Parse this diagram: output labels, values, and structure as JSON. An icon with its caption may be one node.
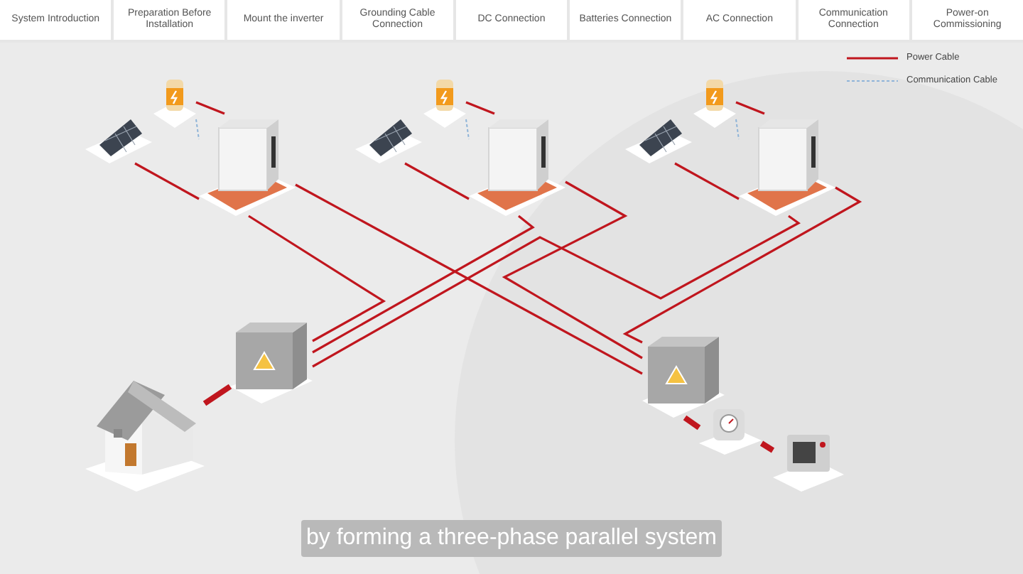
{
  "diagram": {
    "caption": "by forming a three-phase parallel system",
    "nodes": [
      {
        "text": [],
        "shape": "picture"
      },
      {
        "text": [],
        "shape": "picture"
      },
      {
        "text": [],
        "shape": "picture"
      },
      {
        "text": [],
        "shape": "picture"
      },
      {
        "text": [],
        "shape": "picture"
      },
      {
        "text": [],
        "shape": "picture"
      },
      {
        "text": [],
        "shape": "picture"
      },
      {
        "text": [],
        "shape": "picture"
      },
      {
        "text": [],
        "shape": "picture"
      },
      {
        "text": [],
        "shape": "picture"
      },
      {
        "text": [],
        "shape": "picture"
      },
      {
        "text": [],
        "shape": "picture"
      },
      {
        "text": [],
        "shape": "picture"
      },
      {
        "text": [],
        "shape": "picture"
      }
    ],
    "edges": [
      {
        "from": 3,
        "to": 4,
        "arrow": "none"
      },
      {
        "from": 0,
        "to": 4,
        "arrow": "none"
      },
      {
        "from": 0,
        "to": 4,
        "arrow": "none",
        "style": "dashed",
        "color": "#8fb4d8"
      },
      {
        "from": 5,
        "to": 6,
        "arrow": "none"
      },
      {
        "from": 1,
        "to": 6,
        "arrow": "none"
      },
      {
        "from": 1,
        "to": 6,
        "arrow": "none",
        "style": "dashed",
        "color": "#8fb4d8"
      },
      {
        "from": 7,
        "to": 8,
        "arrow": "none"
      },
      {
        "from": 2,
        "to": 8,
        "arrow": "none"
      },
      {
        "from": 2,
        "to": 8,
        "arrow": "none",
        "style": "dashed",
        "color": "#8fb4d8"
      },
      {
        "from": 4,
        "to": 9,
        "arrow": "none"
      },
      {
        "from": 4,
        "to": 10,
        "arrow": "none"
      },
      {
        "from": 6,
        "to": 9,
        "arrow": "none"
      },
      {
        "from": 6,
        "to": 10,
        "arrow": "none"
      },
      {
        "from": 8,
        "to": 9,
        "arrow": "none"
      },
      {
        "from": 8,
        "to": 10,
        "arrow": "none"
      },
      {
        "from": 9,
        "to": 12,
        "arrow": "none",
        "style": "thick"
      },
      {
        "from": 10,
        "to": 11,
        "arrow": "none",
        "style": "thick"
      },
      {
        "from": 11,
        "to": 13,
        "arrow": "none",
        "style": "thick"
      }
    ],
    "labels": [
      "System Introduction",
      "Preparation Before Installation",
      "Mount the inverter",
      "Grounding Cable Connection",
      "DC Connection",
      "Batteries Connection",
      "AC Connection",
      "Communication Connection",
      "Power-on Commissioning"
    ],
    "legend": [
      {
        "text": "Power Cable"
      },
      {
        "text": "Communication Cable"
      }
    ]
  }
}
